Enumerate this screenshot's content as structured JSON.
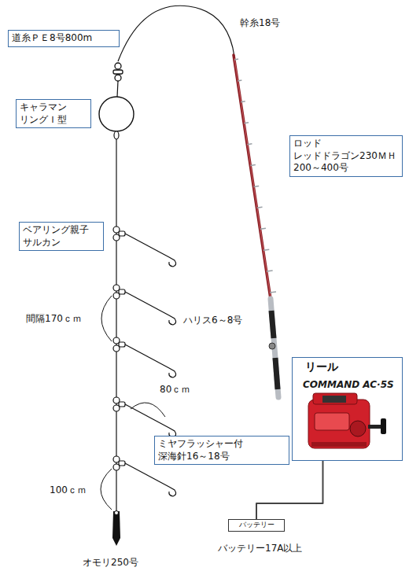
{
  "diagram": {
    "nodes": [
      {
        "text": [
          "道糸ＰＥ8号800m"
        ]
      },
      {
        "text": [
          "キャラマン リングＩ型"
        ]
      },
      {
        "text": [
          "ロッド",
          "レッドドラゴン230ＭＨ 200～400号"
        ]
      },
      {
        "text": [
          "ベアリング親子 サルカン"
        ]
      },
      {
        "text": [
          "リール"
        ]
      },
      {
        "text": [
          "ミヤフラッシャー付 深海針16～18号"
        ]
      },
      {
        "text": [
          "バッテリー"
        ]
      }
    ],
    "edges": [
      {
        "from": 4,
        "to": 6,
        "arrow": "none"
      }
    ],
    "labels": [
      "幹糸18号",
      "COMMAND AC·5S",
      "間隔170ｃｍ",
      "ハリス6～8号",
      "80ｃｍ",
      "100ｃｍ",
      "オモリ250号",
      "バッテリー17A以上"
    ]
  }
}
